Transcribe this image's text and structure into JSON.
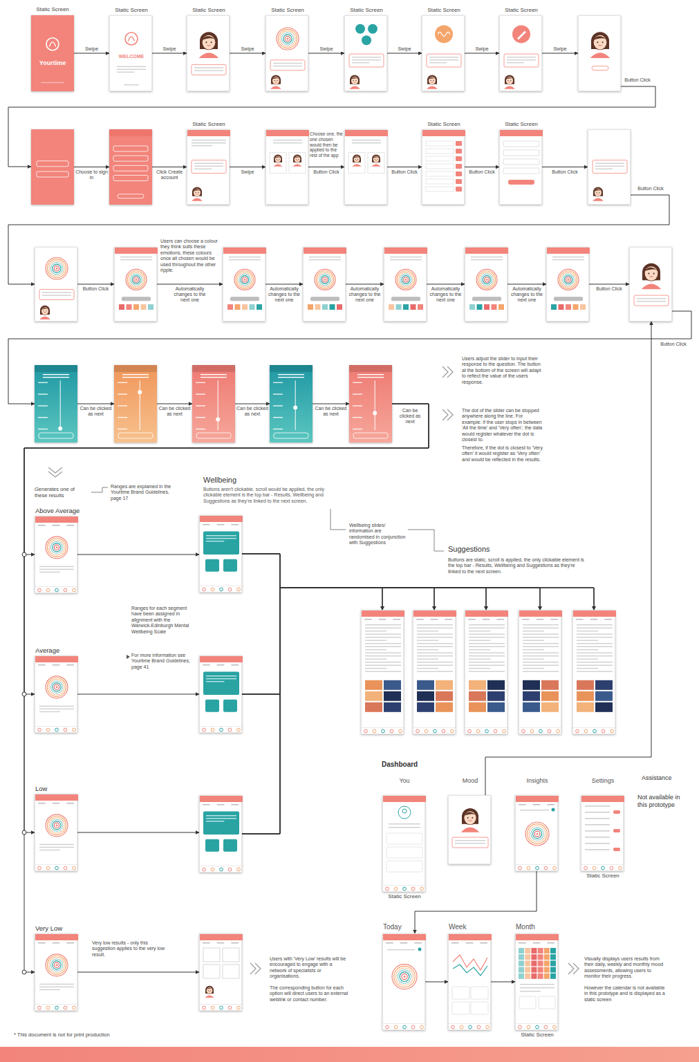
{
  "diagram": {
    "nodes": [
      {
        "text": [
          "Static Screen",
          "Yourtime"
        ]
      },
      {
        "text": [
          "Static Screen",
          "WELCOME"
        ]
      },
      {
        "text": [
          "Static Screen"
        ]
      },
      {
        "text": [
          "Static Screen"
        ]
      },
      {
        "text": [
          "Static Screen"
        ]
      },
      {
        "text": [
          "Static Screen"
        ]
      },
      {
        "text": [
          "Static Screen"
        ]
      },
      {
        "text": []
      },
      {
        "text": []
      },
      {
        "text": []
      },
      {
        "text": [
          "Static Screen"
        ]
      },
      {
        "text": []
      },
      {
        "text": []
      },
      {
        "text": [
          "Static Screen"
        ]
      },
      {
        "text": [
          "Static Screen"
        ]
      },
      {
        "text": []
      },
      {
        "text": []
      },
      {
        "text": []
      },
      {
        "text": []
      },
      {
        "text": []
      },
      {
        "text": []
      },
      {
        "text": []
      },
      {
        "text": []
      },
      {
        "text": []
      },
      {
        "text": []
      },
      {
        "text": []
      },
      {
        "text": []
      },
      {
        "text": []
      },
      {
        "text": []
      },
      {
        "text": [
          "Above Average"
        ]
      },
      {
        "text": [
          "Average"
        ]
      },
      {
        "text": [
          "Low"
        ]
      },
      {
        "text": [
          "Very Low"
        ]
      },
      {
        "text": [
          "Wellbeing",
          "Buttons aren't clickable, scroll would be applied, the only clickable element is the top bar - Results, Wellbeing and Suggestions as they're linked to the next screen."
        ]
      },
      {
        "text": []
      },
      {
        "text": []
      },
      {
        "text": []
      },
      {
        "text": []
      },
      {
        "text": []
      },
      {
        "text": []
      },
      {
        "text": []
      },
      {
        "text": []
      },
      {
        "text": [
          "You",
          "Static Screen"
        ]
      },
      {
        "text": [
          "Mood"
        ]
      },
      {
        "text": [
          "Insights"
        ]
      },
      {
        "text": [
          "Settings",
          "Static Screen"
        ]
      },
      {
        "text": [
          "Today"
        ]
      },
      {
        "text": [
          "Week"
        ]
      },
      {
        "text": [
          "Month",
          "Static Screen"
        ]
      }
    ],
    "edges": [
      {
        "from": 0,
        "to": 1,
        "label": "Swipe",
        "arrow": "to"
      },
      {
        "from": 1,
        "to": 2,
        "label": "Swipe",
        "arrow": "to"
      },
      {
        "from": 2,
        "to": 3,
        "label": "Swipe",
        "arrow": "to"
      },
      {
        "from": 3,
        "to": 4,
        "label": "Swipe",
        "arrow": "to"
      },
      {
        "from": 4,
        "to": 5,
        "label": "Swipe",
        "arrow": "to"
      },
      {
        "from": 5,
        "to": 6,
        "label": "Swipe",
        "arrow": "to"
      },
      {
        "from": 6,
        "to": 7,
        "label": "Swipe",
        "arrow": "to"
      },
      {
        "from": 7,
        "to": 8,
        "label": "Button Click",
        "arrow": "to"
      },
      {
        "from": 8,
        "to": 9,
        "label": "Choose to sign in",
        "arrow": "to"
      },
      {
        "from": 9,
        "to": 10,
        "label": "Click Create account",
        "arrow": "to"
      },
      {
        "from": 10,
        "to": 11,
        "label": "Swipe",
        "arrow": "to"
      },
      {
        "from": 11,
        "to": 12,
        "label": "Button Click",
        "arrow": "to"
      },
      {
        "from": 12,
        "to": 13,
        "label": "Button Click",
        "arrow": "to"
      },
      {
        "from": 13,
        "to": 14,
        "label": "Button Click",
        "arrow": "to"
      },
      {
        "from": 14,
        "to": 15,
        "label": "Button Click",
        "arrow": "to"
      },
      {
        "from": 15,
        "to": 16,
        "label": "Button Click",
        "arrow": "to"
      },
      {
        "from": 16,
        "to": 17,
        "label": "Button Click",
        "arrow": "to"
      },
      {
        "from": 17,
        "to": 18,
        "label": "Automatically changes to the next one",
        "arrow": "to"
      },
      {
        "from": 18,
        "to": 19,
        "label": "Automatically changes to the next one",
        "arrow": "to"
      },
      {
        "from": 19,
        "to": 20,
        "label": "Automatically changes to the next one",
        "arrow": "to"
      },
      {
        "from": 20,
        "to": 21,
        "label": "Automatically changes to the next one",
        "arrow": "to"
      },
      {
        "from": 21,
        "to": 22,
        "label": "Automatically changes to the next one",
        "arrow": "to"
      },
      {
        "from": 22,
        "to": 23,
        "label": "Button Click",
        "arrow": "to"
      },
      {
        "from": 23,
        "to": 24,
        "label": "Button Click",
        "arrow": "to"
      },
      {
        "from": 24,
        "to": 25,
        "label": "Can be clicked as next",
        "arrow": "to"
      },
      {
        "from": 25,
        "to": 26,
        "label": "Can be clicked as next",
        "arrow": "to"
      },
      {
        "from": 26,
        "to": 27,
        "label": "Can be clicked as next",
        "arrow": "to"
      },
      {
        "from": 27,
        "to": 28,
        "label": "Can be clicked as next",
        "arrow": "to"
      },
      {
        "from": 28,
        "to": 29,
        "label": "Can be clicked as next",
        "arrow": "to"
      },
      {
        "from": 28,
        "to": 30,
        "arrow": "to"
      },
      {
        "from": 28,
        "to": 31,
        "arrow": "to"
      },
      {
        "from": 28,
        "to": 32,
        "arrow": "to"
      },
      {
        "from": 29,
        "to": 33,
        "arrow": "to"
      },
      {
        "from": 30,
        "to": 34,
        "arrow": "to"
      },
      {
        "from": 31,
        "to": 35,
        "arrow": "to"
      },
      {
        "from": 32,
        "to": 36,
        "arrow": "to"
      },
      {
        "from": 33,
        "to": 37,
        "arrow": "to"
      },
      {
        "from": 33,
        "to": 38,
        "arrow": "to"
      },
      {
        "from": 33,
        "to": 39,
        "arrow": "to"
      },
      {
        "from": 33,
        "to": 40,
        "arrow": "to"
      },
      {
        "from": 33,
        "to": 41,
        "arrow": "to"
      },
      {
        "from": 34,
        "to": 37,
        "arrow": "to"
      },
      {
        "from": 34,
        "to": 38,
        "arrow": "to"
      },
      {
        "from": 34,
        "to": 39,
        "arrow": "to"
      },
      {
        "from": 34,
        "to": 40,
        "arrow": "to"
      },
      {
        "from": 34,
        "to": 41,
        "arrow": "to"
      },
      {
        "from": 35,
        "to": 37,
        "arrow": "to"
      },
      {
        "from": 35,
        "to": 38,
        "arrow": "to"
      },
      {
        "from": 35,
        "to": 39,
        "arrow": "to"
      },
      {
        "from": 35,
        "to": 40,
        "arrow": "to"
      },
      {
        "from": 35,
        "to": 41,
        "arrow": "to"
      },
      {
        "from": 43,
        "to": 23,
        "arrow": "to"
      },
      {
        "from": 44,
        "to": 46,
        "arrow": "to"
      },
      {
        "from": 46,
        "to": 47,
        "arrow": "to"
      },
      {
        "from": 47,
        "to": 48,
        "arrow": "to"
      }
    ],
    "labels": [
      "Choose one, the one chosen would then be applied to the rest of the app",
      "Users can choose a colour they think suits these emotions, these colours once all chosen would be used throughout the other ripple.",
      "Users adjust the slider to input their response to the question. The button at the bottom of the screen will adapt to reflect the value of the users response.",
      "The dot of the slider can be stopped anywhere along the line. For example: if the user stops in between 'All the time' and 'Very often', the data would register whatever the dot is closest to.",
      "Therefore, if the dot is closest to 'Very often' it would register as 'Very often' and would be reflected in the results.",
      "Generates one of these results",
      "Ranges are explained in the Yourtime Brand Guidelines, page 17",
      "Ranges for each segment have been assigned in alignment with the Warwick-Edinburgh Mental Wellbeing Scale",
      "For more information see Yourtime Brand Guidelines, page 41",
      "Wellbeing slides/ information are randomised in conjunction with Suggestions",
      "Suggestions",
      "Buttons are static, scroll is applied, the only clickable element is the top bar - Results, Wellbeing and Suggestions as they're linked to the next screen.",
      "Very low results - only this suggestion applies to the very low result.",
      "Users with 'Very Low' results will be encouraged to engage with a network of specialists or organisations.",
      "The corresponding button for each option will direct users to an external weblink or contact number.",
      "Dashboard",
      "Assistance",
      "Not available in this prototype",
      "Visually displays users results from their daily, weekly and monthly mood assessments, allowing users to monitor their progress.",
      "However the calendar is not available in this prototype and is displayed as a static screen",
      "* This document is not for print production"
    ]
  }
}
